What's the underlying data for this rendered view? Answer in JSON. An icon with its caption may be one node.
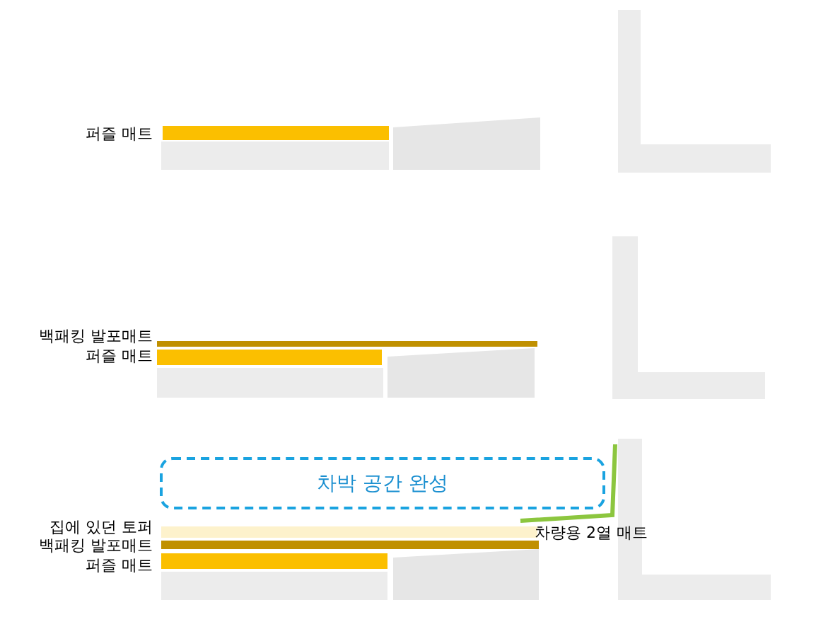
{
  "diagram": {
    "nodes": [
      {
        "text": [
          "차박 공간 완성"
        ]
      }
    ],
    "labels": [
      "퍼즐 매트",
      "백패킹 발포매트",
      "퍼즐 매트",
      "집에 있던 토퍼",
      "차량용 2열 매트",
      "백패킹 발포매트",
      "퍼즐 매트"
    ]
  }
}
